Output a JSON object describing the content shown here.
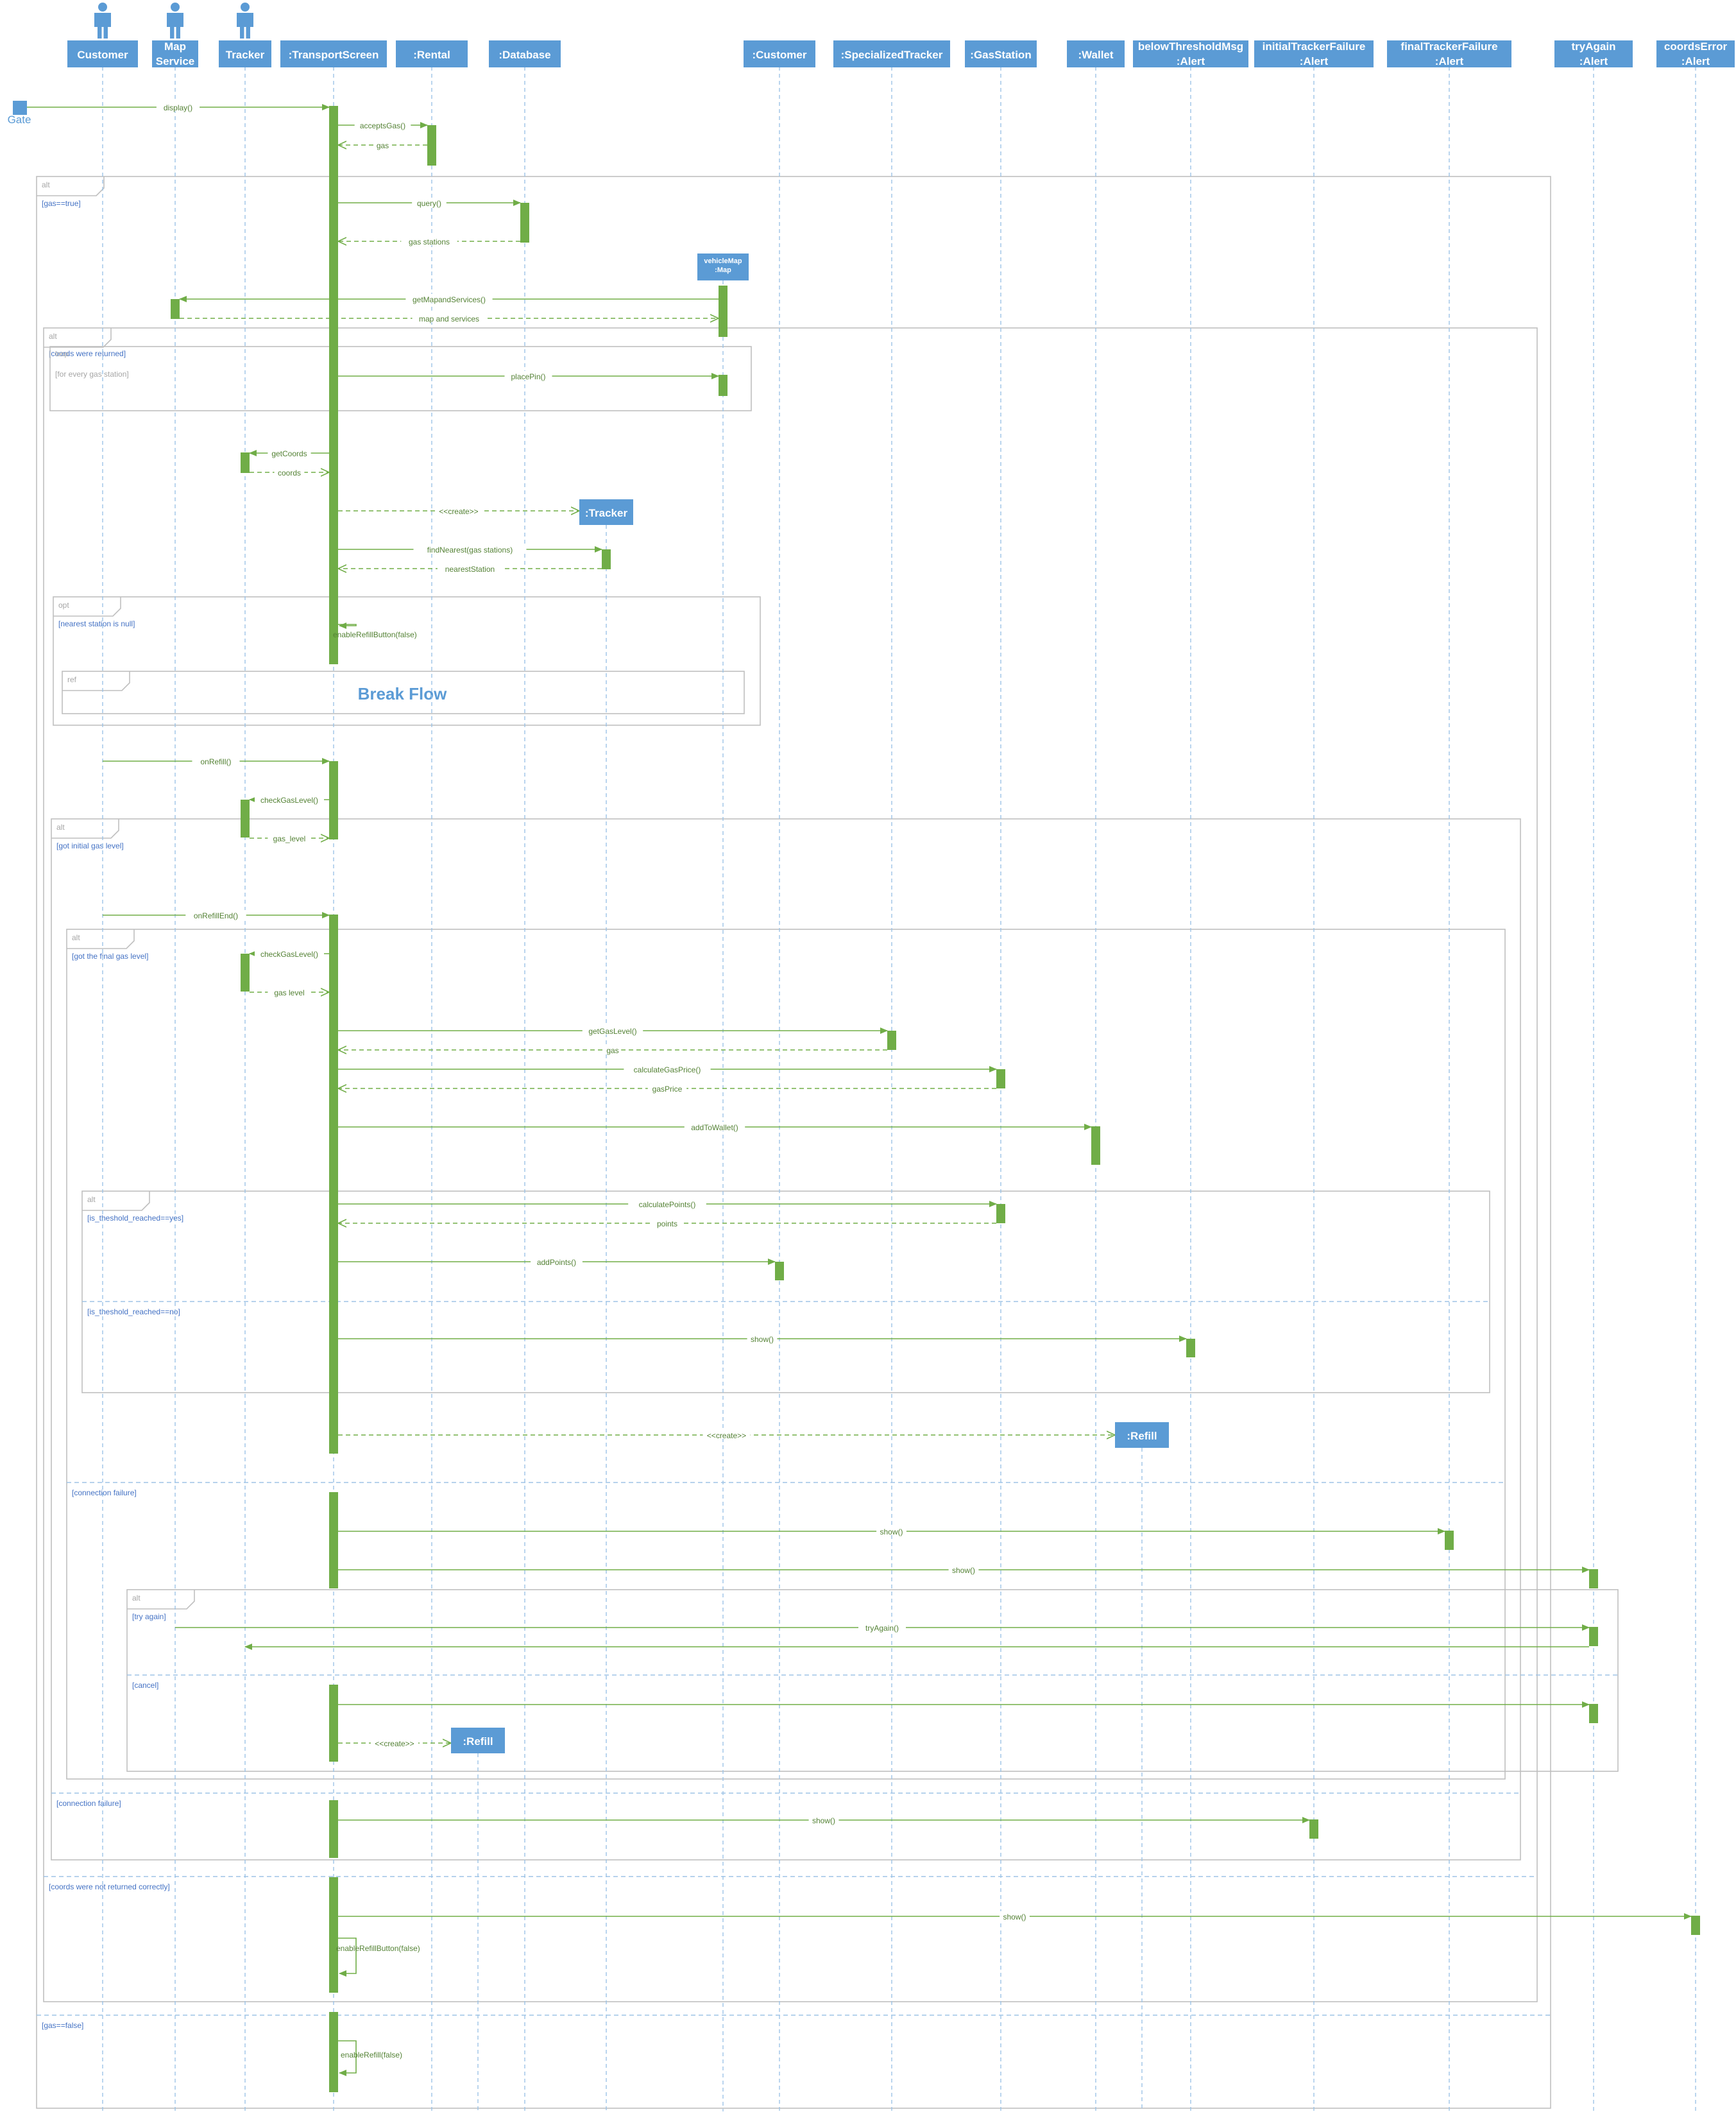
{
  "gate_label": "Gate",
  "lifelines": [
    {
      "id": "customer",
      "label": "Customer",
      "actor": true
    },
    {
      "id": "mapservice",
      "label": "Map\nService",
      "actor": true
    },
    {
      "id": "tracker",
      "label": "Tracker",
      "actor": true
    },
    {
      "id": "transport",
      "label": ":TransportScreen",
      "actor": false
    },
    {
      "id": "rental",
      "label": ":Rental",
      "actor": false
    },
    {
      "id": "database",
      "label": ":Database",
      "actor": false
    },
    {
      "id": "customer2",
      "label": ":Customer",
      "actor": false
    },
    {
      "id": "spectracker",
      "label": ":SpecializedTracker",
      "actor": false
    },
    {
      "id": "gasstation",
      "label": ":GasStation",
      "actor": false
    },
    {
      "id": "wallet",
      "label": ":Wallet",
      "actor": false
    },
    {
      "id": "belowmsg",
      "label": "belowThresholdMsg\n:Alert",
      "actor": false
    },
    {
      "id": "initfail",
      "label": "initialTrackerFailure\n:Alert",
      "actor": false
    },
    {
      "id": "finalfail",
      "label": "finalTrackerFailure\n:Alert",
      "actor": false
    },
    {
      "id": "tryagain",
      "label": "tryAgain\n:Alert",
      "actor": false
    },
    {
      "id": "coordserr",
      "label": "coordsError\n:Alert",
      "actor": false
    }
  ],
  "created_objects": [
    {
      "id": "vehiclemap",
      "label": "vehicleMap\n:Map"
    },
    {
      "id": "trackerobj",
      "label": ":Tracker"
    },
    {
      "id": "refill1",
      "label": ":Refill"
    },
    {
      "id": "refill2",
      "label": ":Refill"
    }
  ],
  "messages": [
    {
      "id": "m1",
      "label": "display()",
      "type": "sync"
    },
    {
      "id": "m2",
      "label": "acceptsGas()",
      "type": "sync"
    },
    {
      "id": "m3",
      "label": "gas",
      "type": "return"
    },
    {
      "id": "m4",
      "label": "query()",
      "type": "sync"
    },
    {
      "id": "m5",
      "label": "gas stations",
      "type": "return"
    },
    {
      "id": "m6",
      "label": "getMapandServices()",
      "type": "sync"
    },
    {
      "id": "m7",
      "label": "map and services",
      "type": "return"
    },
    {
      "id": "m8",
      "label": "placePin()",
      "type": "sync"
    },
    {
      "id": "m9",
      "label": "getCoords",
      "type": "sync"
    },
    {
      "id": "m10",
      "label": "coords",
      "type": "return"
    },
    {
      "id": "m11",
      "label": "<<create>>",
      "type": "create"
    },
    {
      "id": "m12",
      "label": "findNearest(gas stations)",
      "type": "sync"
    },
    {
      "id": "m13",
      "label": "nearestStation",
      "type": "return"
    },
    {
      "id": "m14",
      "label": "enableRefillButton(false)",
      "type": "self"
    },
    {
      "id": "m15",
      "label": "onRefill()",
      "type": "sync"
    },
    {
      "id": "m16",
      "label": "checkGasLevel()",
      "type": "sync"
    },
    {
      "id": "m17",
      "label": "gas_level",
      "type": "return"
    },
    {
      "id": "m18",
      "label": "onRefillEnd()",
      "type": "sync"
    },
    {
      "id": "m19",
      "label": "checkGasLevel()",
      "type": "sync"
    },
    {
      "id": "m20",
      "label": "gas level",
      "type": "return"
    },
    {
      "id": "m21",
      "label": "getGasLevel()",
      "type": "sync"
    },
    {
      "id": "m22",
      "label": "gas",
      "type": "return"
    },
    {
      "id": "m23",
      "label": "calculateGasPrice()",
      "type": "sync"
    },
    {
      "id": "m24",
      "label": "gasPrice",
      "type": "return"
    },
    {
      "id": "m25",
      "label": "addToWallet()",
      "type": "sync"
    },
    {
      "id": "m26",
      "label": "calculatePoints()",
      "type": "sync"
    },
    {
      "id": "m27",
      "label": "points",
      "type": "return"
    },
    {
      "id": "m28",
      "label": "addPoints()",
      "type": "sync"
    },
    {
      "id": "m29",
      "label": "show()",
      "type": "sync"
    },
    {
      "id": "m30",
      "label": "<<create>>",
      "type": "create"
    },
    {
      "id": "m31",
      "label": "show()",
      "type": "sync"
    },
    {
      "id": "m32",
      "label": "show()",
      "type": "sync"
    },
    {
      "id": "m33",
      "label": "tryAgain()",
      "type": "sync"
    },
    {
      "id": "m34",
      "label": "",
      "type": "sync"
    },
    {
      "id": "m35",
      "label": "",
      "type": "sync"
    },
    {
      "id": "m36",
      "label": "<<create>>",
      "type": "create"
    },
    {
      "id": "m37",
      "label": "show()",
      "type": "sync"
    },
    {
      "id": "m38",
      "label": "show()",
      "type": "sync"
    },
    {
      "id": "m39",
      "label": "enableRefillButton(false)",
      "type": "self"
    },
    {
      "id": "m40",
      "label": "enableRefill(false)",
      "type": "self"
    }
  ],
  "fragments": [
    {
      "id": "f1",
      "operator": "alt",
      "guards": [
        "[gas==true]",
        "[gas==false]"
      ]
    },
    {
      "id": "f2",
      "operator": "alt",
      "guards": [
        "[coords were returned]",
        "[coords were not returned correctly]"
      ]
    },
    {
      "id": "f3",
      "operator": "loop",
      "guards": [
        "[for every gas station]"
      ]
    },
    {
      "id": "f4",
      "operator": "opt",
      "guards": [
        "[nearest station is null]"
      ]
    },
    {
      "id": "f5",
      "operator": "ref",
      "guards": [],
      "ref_text": "Break Flow"
    },
    {
      "id": "f6",
      "operator": "alt",
      "guards": [
        "[got initial gas level]",
        "[connection failure]"
      ]
    },
    {
      "id": "f7",
      "operator": "alt",
      "guards": [
        "[got the final gas level]",
        "[connection failure]"
      ]
    },
    {
      "id": "f8",
      "operator": "alt",
      "guards": [
        "[is_theshold_reached==yes]",
        "[is_theshold_reached==no]"
      ]
    },
    {
      "id": "f9",
      "operator": "alt",
      "guards": [
        "[try again]",
        "[cancel]"
      ]
    }
  ],
  "colors": {
    "header_fill": "#5b9bd5",
    "header_text": "#ffffff",
    "lifeline": "#9dc3e6",
    "activation": "#70ad47",
    "message": "#70ad47",
    "message_text": "#548235",
    "fragment_border": "#bfbfbf",
    "guard_text": "#4472c4",
    "operator_text": "#a6a6a6",
    "ref_text": "#5b9bd5"
  }
}
